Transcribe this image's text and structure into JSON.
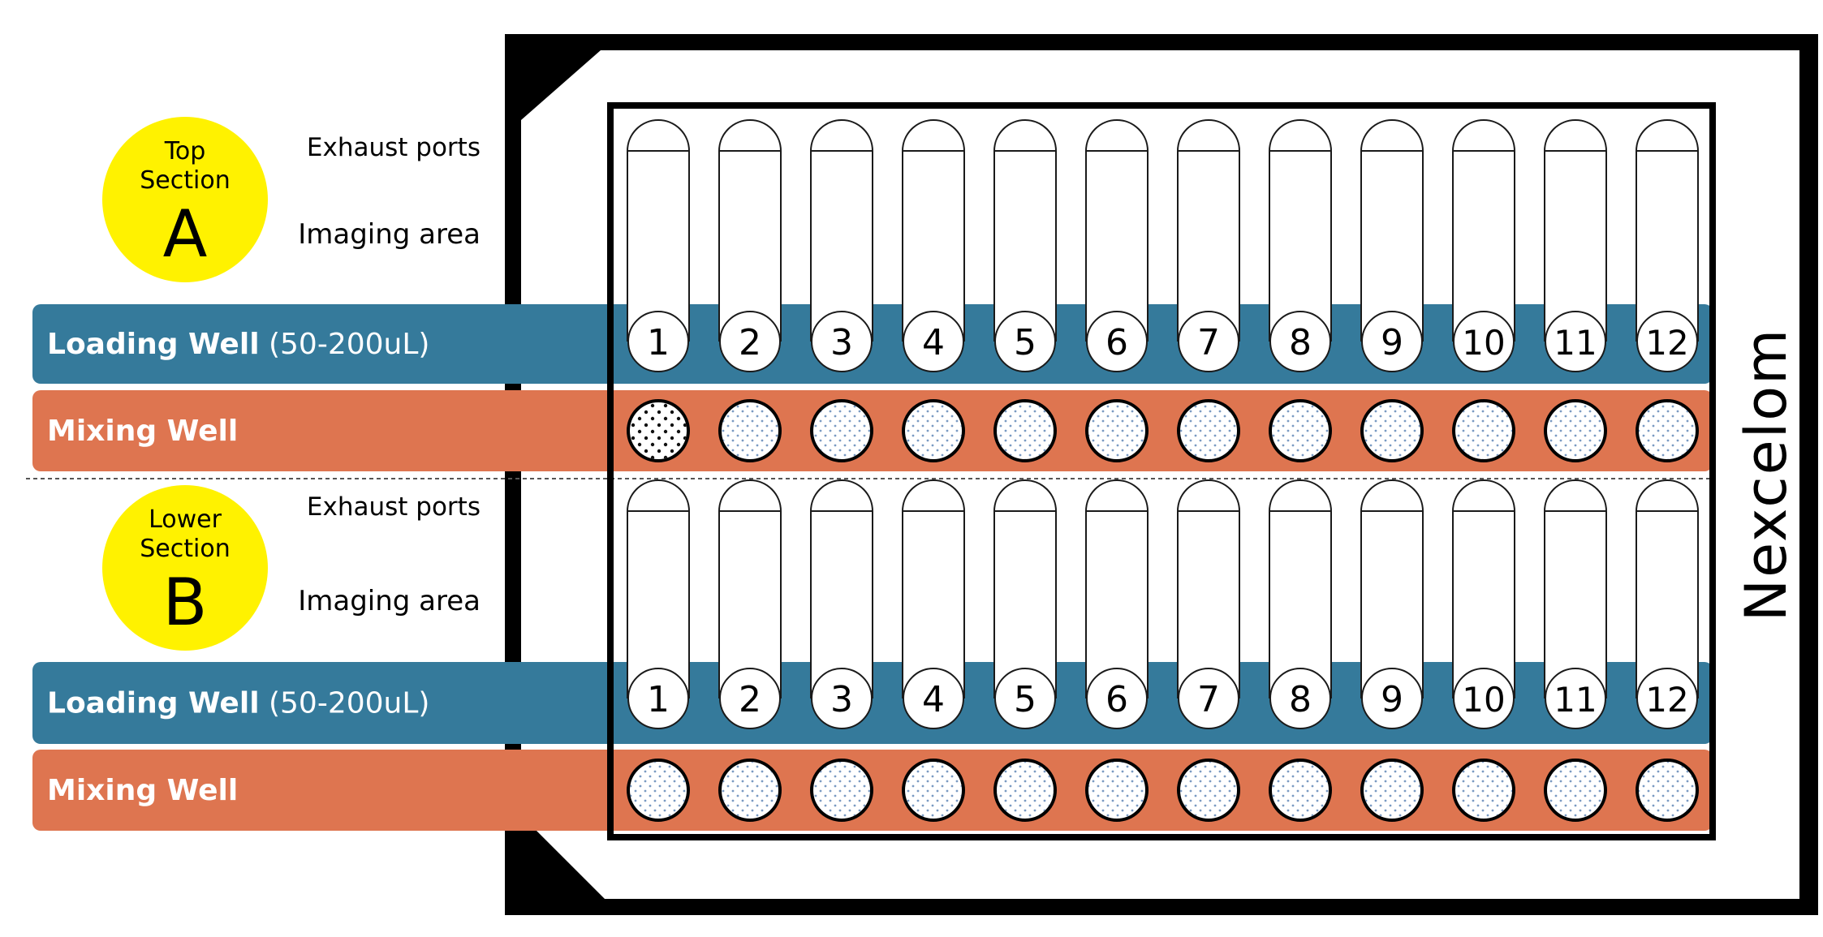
{
  "brand": "Nexcelom",
  "colors": {
    "loading": "#357a9b",
    "mixing": "#de7550",
    "badge": "#fff200",
    "frame": "#000000",
    "dot_top": "#111111",
    "dot": "#7a9ac2"
  },
  "well_numbers": [
    "1",
    "2",
    "3",
    "4",
    "5",
    "6",
    "7",
    "8",
    "9",
    "10",
    "11",
    "12"
  ],
  "sections": [
    {
      "id": "a",
      "badge_line1": "Top",
      "badge_line2": "Section",
      "badge_letter": "A",
      "exhaust_label": "Exhaust ports",
      "imaging_label": "Imaging area",
      "loading_bold": "Loading Well",
      "loading_rest": " (50-200uL)",
      "mixing_label": "Mixing Well"
    },
    {
      "id": "b",
      "badge_line1": "Lower",
      "badge_line2": "Section",
      "badge_letter": "B",
      "exhaust_label": "Exhaust ports",
      "imaging_label": "Imaging area",
      "loading_bold": "Loading Well",
      "loading_rest": " (50-200uL)",
      "mixing_label": "Mixing Well"
    }
  ]
}
